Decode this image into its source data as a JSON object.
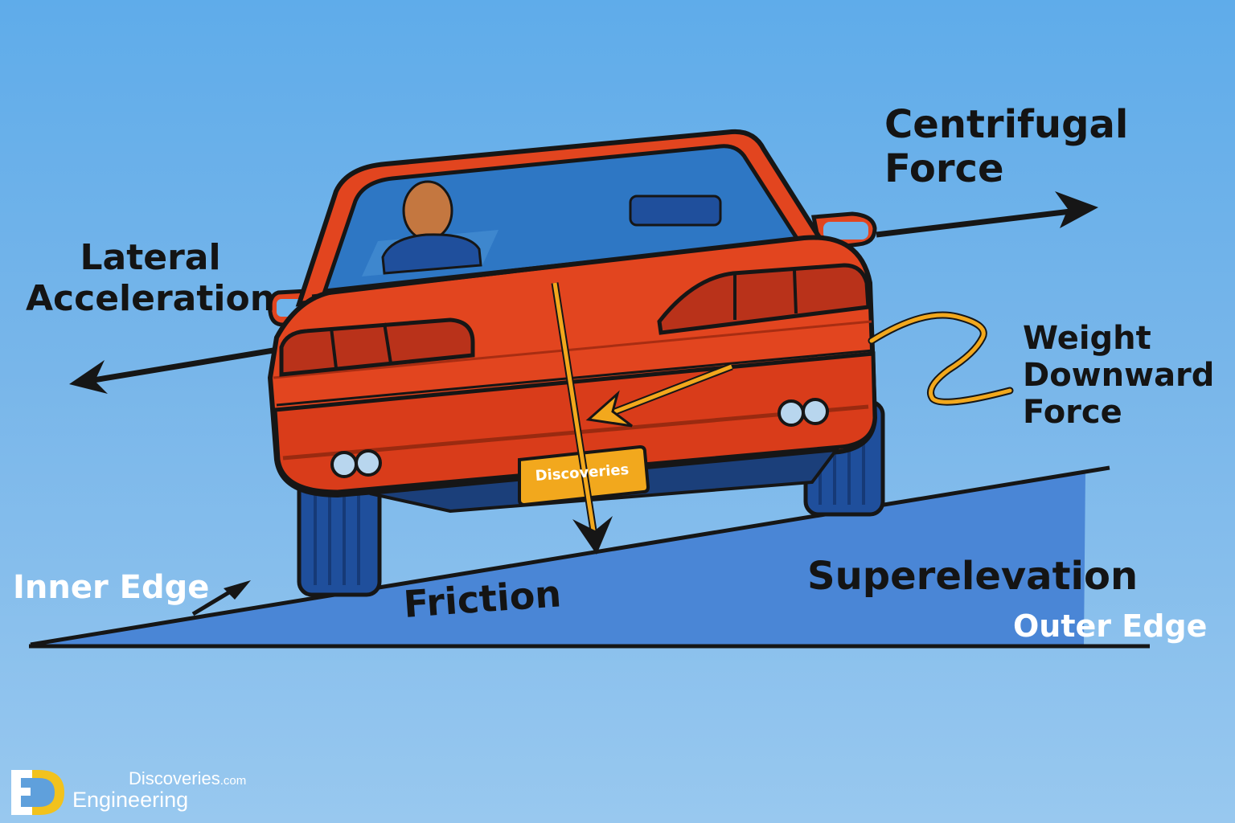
{
  "labels": {
    "centrifugal_line1": "Centrifugal",
    "centrifugal_line2": "Force",
    "lateral_line1": "Lateral",
    "lateral_line2": "Acceleration",
    "weight_line1": "Weight",
    "weight_line2": "Downward",
    "weight_line3": "Force",
    "inner_edge": "Inner Edge",
    "friction": "Friction",
    "superelevation": "Superelevation",
    "outer_edge": "Outer Edge"
  },
  "license_plate": "Discoveries",
  "logo": {
    "line1_name": "Discoveries",
    "line1_suffix": ".com",
    "line2": "Engineering"
  },
  "colors": {
    "sky_top": "#5facea",
    "sky_bottom": "#98c8ef",
    "car_body": "#e2451f",
    "ramp": "#4a86d6",
    "force_arrow": "#1a1a1a",
    "weight_arrow": "#f2a81d",
    "plate": "#f2a81d"
  }
}
